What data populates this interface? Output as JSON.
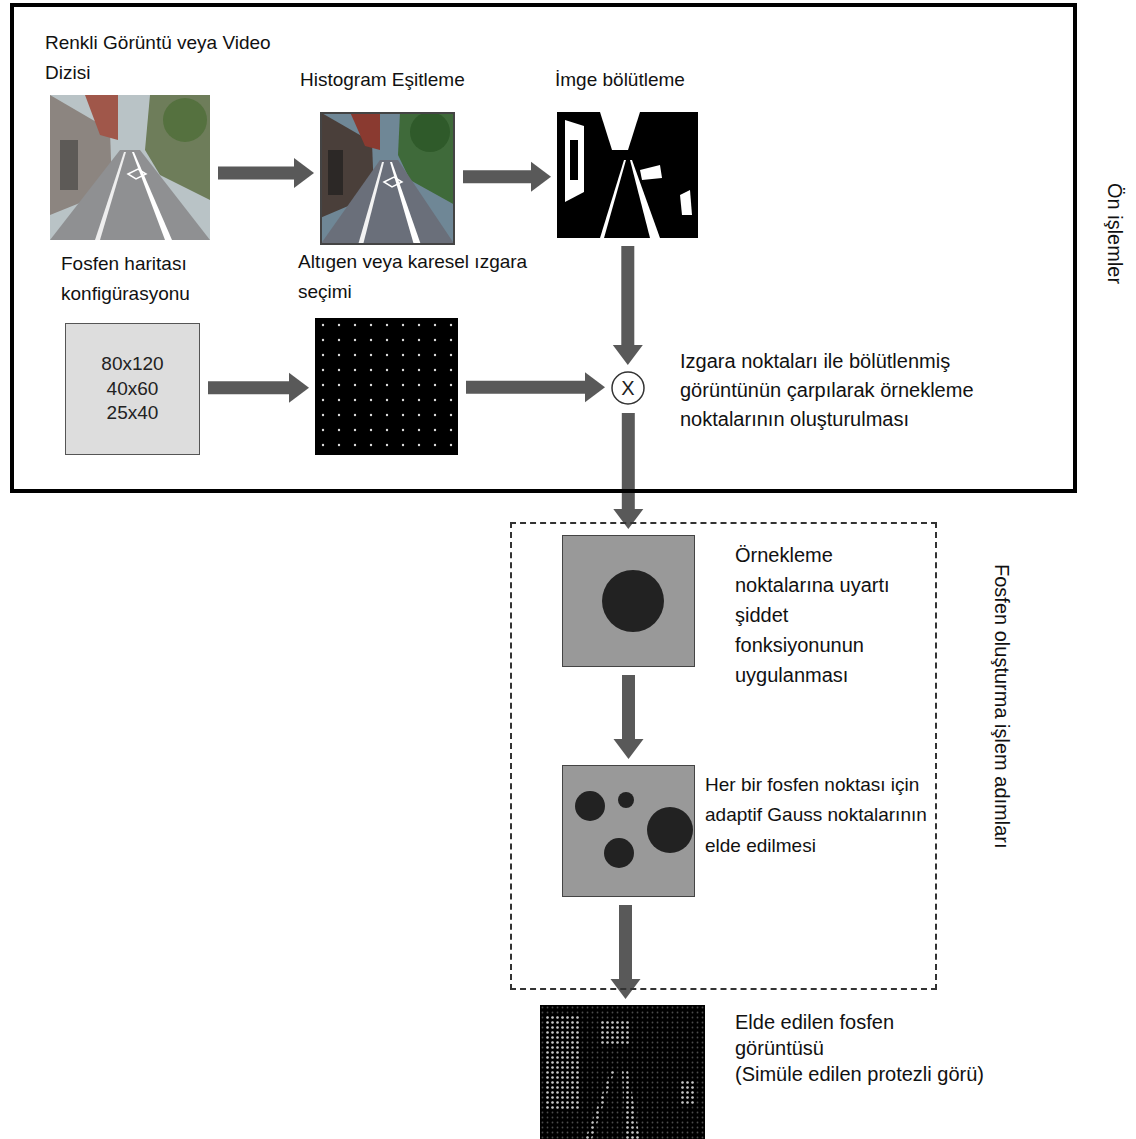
{
  "diagram": {
    "nodes": [
      {
        "text": [
          "Ön işlemler"
        ]
      },
      {
        "text": [
          "Renkli Görüntü veya Video Dizisi"
        ],
        "in": 0
      },
      {
        "text": [
          "Histogram Eşitleme"
        ],
        "in": 0
      },
      {
        "text": [
          "İmge bölütleme"
        ],
        "in": 0
      },
      {
        "text": [
          "Fosfen haritası konfigürasyonu",
          "80x120 40x60 25x40"
        ],
        "in": 0
      },
      {
        "text": [
          "Altıgen veya karesel ızgara seçimi"
        ],
        "in": 0
      },
      {
        "text": [
          "X",
          "Izgara noktaları ile bölütlenmiş görüntünün çarpılarak örnekleme noktalarının oluşturulması"
        ],
        "in": 0
      },
      {
        "text": [
          "Fosfen oluşturma işlem adımları"
        ]
      },
      {
        "text": [
          "Örnekleme noktalarına uyartı şiddet fonksiyonunun uygulanması"
        ],
        "in": 7
      },
      {
        "text": [
          "Her bir fosfen noktası için adaptif Gauss noktalarının elde edilmesi"
        ],
        "in": 7
      },
      {
        "text": [
          "Elde edilen fosfen görüntüsü",
          "(Simüle edilen protezli görü)"
        ]
      }
    ],
    "edges": [
      {
        "from": 1,
        "to": 2,
        "arrow": "to"
      },
      {
        "from": 2,
        "to": 3,
        "arrow": "to"
      },
      {
        "from": 3,
        "to": 6,
        "arrow": "to"
      },
      {
        "from": 4,
        "to": 5,
        "arrow": "to"
      },
      {
        "from": 5,
        "to": 6,
        "arrow": "to"
      },
      {
        "from": 6,
        "to": 8,
        "arrow": "to"
      },
      {
        "from": 8,
        "to": 9,
        "arrow": "to"
      },
      {
        "from": 9,
        "to": 10,
        "arrow": "to"
      }
    ]
  }
}
